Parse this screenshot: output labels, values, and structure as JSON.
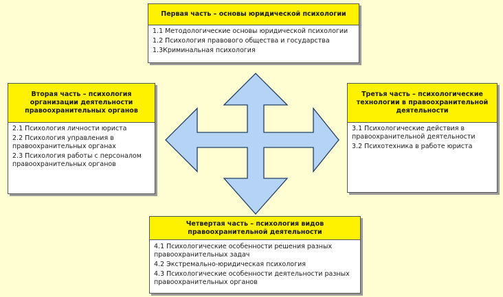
{
  "colors": {
    "background": "#fefed2",
    "header": "#fff200",
    "arrow_fill": "#b5d3f5",
    "arrow_stroke": "#1f3f66"
  },
  "top": {
    "title": "Первая часть – основы юридической психологии",
    "items": [
      "1.1 Методологические основы юридической психологии",
      "1.2 Психология правового общества и государства",
      "1.3Криминальная психология"
    ]
  },
  "left": {
    "title": "Вторая часть – психология организации деятельности правоохранительных органов",
    "items": [
      "2.1 Психология личности юриста",
      "2.2 Психология управления в правоохранительных органах",
      "2.3 Психология работы с персоналом правоохранительных органов"
    ]
  },
  "right": {
    "title": "Третья часть – психологические технологии в правоохранительной деятельности",
    "items": [
      "3.1 Психологические действия в правоохранительной деятельности",
      "3.2 Психотехника в работе юриста"
    ]
  },
  "bottom": {
    "title": "Четвертая часть – психология видов правоохранительной деятельности",
    "items": [
      "4.1 Психологические особенности решения разных правоохранительных задач",
      "4.2 Экстремально-юридическая психология",
      "4.3 Психологические особенности деятельности разных правоохранительных органов"
    ]
  }
}
